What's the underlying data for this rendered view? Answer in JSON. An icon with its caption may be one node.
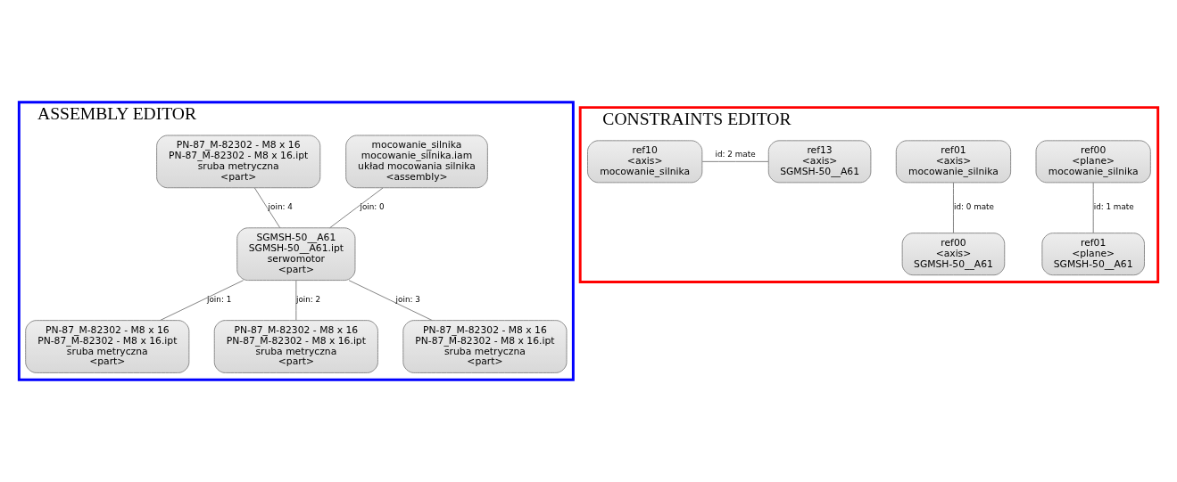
{
  "diagram": {
    "nodes": [
      {
        "text": [
          "ASSEMBLY EDITOR"
        ]
      },
      {
        "text": [
          "mocowanie_silnika",
          "mocowanie_silnika.iam",
          "układ mocowania silnika",
          "<assembly>"
        ],
        "in": 0
      },
      {
        "text": [
          "PN-87_M-82302 - M8 x 16",
          "PN-87_M-82302 - M8 x 16.ipt",
          "sruba metryczna",
          "<part>"
        ],
        "in": 0
      },
      {
        "text": [
          "SGMSH-50__A61",
          "SGMSH-50__A61.ipt",
          "serwomotor",
          "<part>"
        ],
        "in": 0
      },
      {
        "text": [
          "PN-87_M-82302 - M8 x 16",
          "PN-87_M-82302 - M8 x 16.ipt",
          "sruba metryczna",
          "<part>"
        ],
        "in": 0
      },
      {
        "text": [
          "PN-87_M-82302 - M8 x 16",
          "PN-87_M-82302 - M8 x 16.ipt",
          "sruba metryczna",
          "<part>"
        ],
        "in": 0
      },
      {
        "text": [
          "PN-87_M-82302 - M8 x 16",
          "PN-87_M-82302 - M8 x 16.ipt",
          "sruba metryczna",
          "<part>"
        ],
        "in": 0
      },
      {
        "text": [
          "CONSTRAINTS EDITOR"
        ]
      },
      {
        "text": [
          "ref00",
          "<plane>",
          "mocowanie_silnika"
        ],
        "in": 7
      },
      {
        "text": [
          "ref01",
          "<axis>",
          "mocowanie_silnika"
        ],
        "in": 7
      },
      {
        "text": [
          "ref01",
          "<plane>",
          "SGMSH-50__A61"
        ],
        "in": 7
      },
      {
        "text": [
          "ref00",
          "<axis>",
          "SGMSH-50__A61"
        ],
        "in": 7
      },
      {
        "text": [
          "ref10",
          "<axis>",
          "mocowanie_silnika"
        ],
        "in": 7
      },
      {
        "text": [
          "ref13",
          "<axis>",
          "SGMSH-50__A61"
        ],
        "in": 7
      }
    ],
    "edges": [
      {
        "from": 1,
        "to": 3,
        "arrow": "none",
        "label": "join: 0"
      },
      {
        "from": 2,
        "to": 3,
        "arrow": "none",
        "label": "join: 4"
      },
      {
        "from": 3,
        "to": 4,
        "arrow": "none",
        "label": "join: 1"
      },
      {
        "from": 3,
        "to": 5,
        "arrow": "none",
        "label": "join: 2"
      },
      {
        "from": 3,
        "to": 6,
        "arrow": "none",
        "label": "join: 3"
      },
      {
        "from": 8,
        "to": 10,
        "arrow": "none",
        "label": "id: 1 mate"
      },
      {
        "from": 9,
        "to": 11,
        "arrow": "none",
        "label": "id: 0 mate"
      },
      {
        "from": 12,
        "to": 13,
        "arrow": "none",
        "label": "id: 2 mate"
      }
    ]
  }
}
